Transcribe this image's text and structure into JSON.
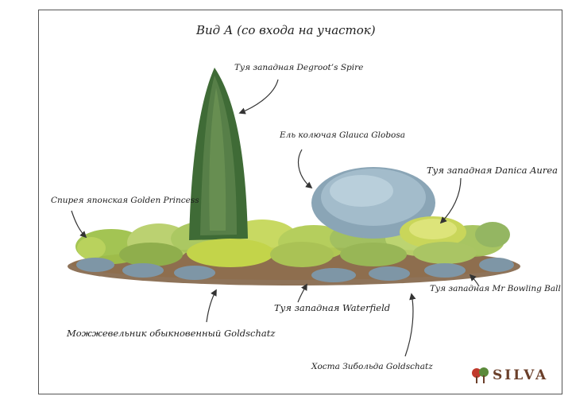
{
  "title": "Вид А (со входа на участок)",
  "labels": {
    "thuja_degroot": "Туя западная Degroot’s Spire",
    "picea_glauca": "Ель колючая Glauca Globosa",
    "thuja_danica": "Туя западная Danica Aurea",
    "spiraea": "Спирея японская Golden Princess",
    "thuja_bowling": "Туя западная Mr Bowling Ball",
    "thuja_waterfield": "Туя западная Waterfield",
    "juniper": "Можжевельник обыкновенный Goldschatz",
    "hosta": "Хоста Зибольда Goldschatz"
  },
  "logo": {
    "text": "SILVA"
  },
  "colors": {
    "thuja_dark": "#3f6b36",
    "spruce_blue": "#8aa5b6",
    "yellow_green": "#b7cf4a",
    "soil": "#7a5a3c",
    "hosta_blue": "#7e96a6",
    "logo_brown": "#6b3f2a"
  }
}
